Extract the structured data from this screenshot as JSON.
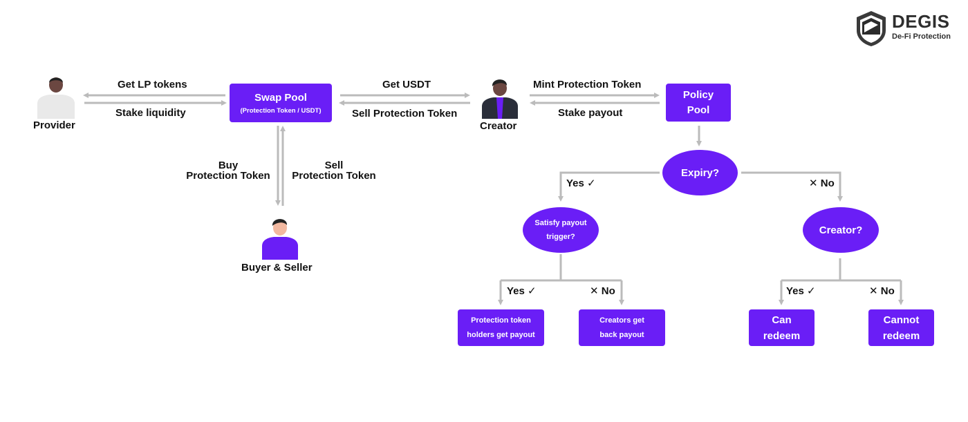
{
  "colors": {
    "accent": "#6a1ef6",
    "arrow": "#bbbbbb",
    "text": "#111111"
  },
  "logo": {
    "name": "DEGIS",
    "tagline": "De-Fi Protection",
    "icon": "shield-icon"
  },
  "actors": {
    "provider": "Provider",
    "creator": "Creator",
    "buyer_seller": "Buyer & Seller"
  },
  "nodes": {
    "swap_pool": {
      "title": "Swap Pool",
      "subtitle": "(Protection Token / USDT)"
    },
    "policy_pool": {
      "line1": "Policy",
      "line2": "Pool"
    },
    "expiry": "Expiry?",
    "satisfy": {
      "line1": "Satisfy payout",
      "line2": "trigger?"
    },
    "creator_q": "Creator?",
    "holders_payout": {
      "line1": "Protection token",
      "line2": "holders get payout"
    },
    "creators_back": {
      "line1": "Creators get",
      "line2": "back payout"
    },
    "can_redeem": {
      "line1": "Can",
      "line2": "redeem"
    },
    "cannot_redeem": {
      "line1": "Cannot",
      "line2": "redeem"
    }
  },
  "edges": {
    "get_lp": "Get LP tokens",
    "stake_liquidity": "Stake liquidity",
    "get_usdt": "Get USDT",
    "sell_pt": "Sell Protection Token",
    "mint_pt": "Mint Protection Token",
    "stake_payout": "Stake payout",
    "buy": {
      "line1": "Buy",
      "line2": "Protection Token"
    },
    "sell": {
      "line1": "Sell",
      "line2": "Protection Token"
    }
  },
  "branches": {
    "yes": "Yes",
    "no": "No"
  }
}
